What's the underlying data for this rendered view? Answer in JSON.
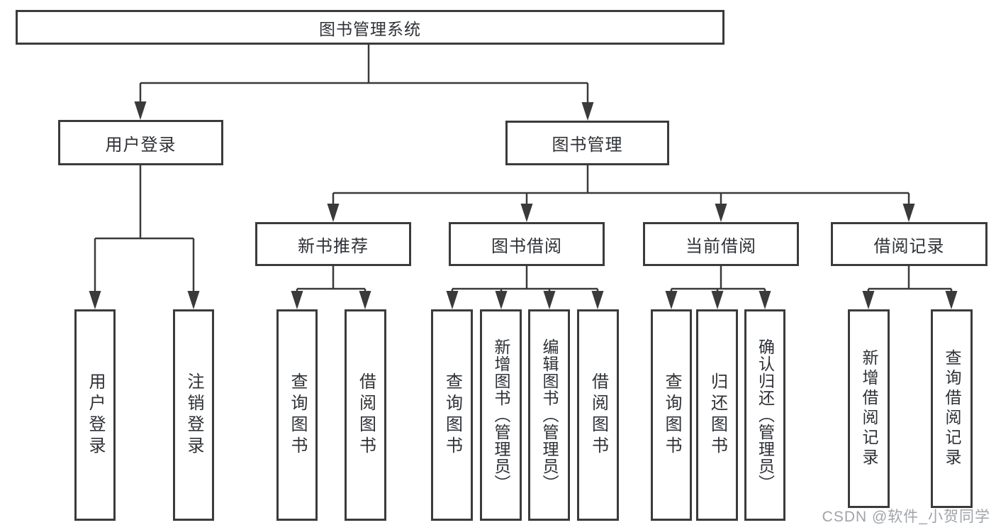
{
  "tree": {
    "root": {
      "label": "图书管理系统"
    },
    "children": [
      {
        "label": "用户登录",
        "children": [
          {
            "label": "用户登录"
          },
          {
            "label": "注销登录"
          }
        ]
      },
      {
        "label": "图书管理",
        "children": [
          {
            "label": "新书推荐",
            "children": [
              {
                "label": "查询图书"
              },
              {
                "label": "借阅图书"
              }
            ]
          },
          {
            "label": "图书借阅",
            "children": [
              {
                "label": "查询图书"
              },
              {
                "label": "新增图书（管理员）"
              },
              {
                "label": "编辑图书（管理员）"
              },
              {
                "label": "借阅图书"
              }
            ]
          },
          {
            "label": "当前借阅",
            "children": [
              {
                "label": "查询图书"
              },
              {
                "label": "归还图书"
              },
              {
                "label": "确认归还（管理员）"
              }
            ]
          },
          {
            "label": "借阅记录",
            "children": [
              {
                "label": "新增借阅记录"
              },
              {
                "label": "查询借阅记录"
              }
            ]
          }
        ]
      }
    ]
  },
  "watermark": "CSDN @软件_小贺同学",
  "colors": {
    "line": "#3a3a3a",
    "box_border": "#3b3b3b",
    "text": "#2e3136",
    "watermark": "#96999e",
    "background": "#ffffff"
  }
}
